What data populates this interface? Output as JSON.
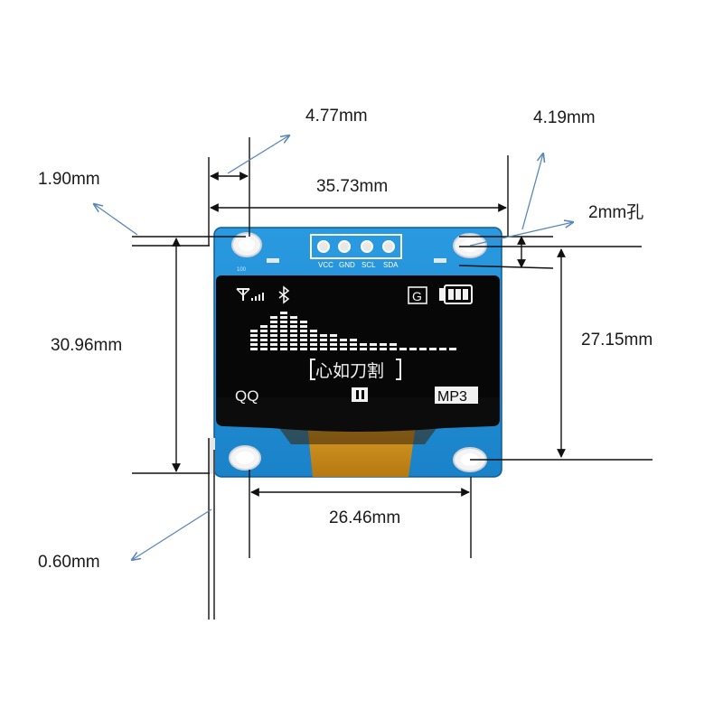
{
  "dimensions": {
    "edge_offset": "1.90mm",
    "hole_offset": "4.77mm",
    "hole_spacing_top": "35.73mm",
    "hole_diameter_offset": "4.19mm",
    "hole_size": "2mm孔",
    "board_height": "30.96mm",
    "hole_spacing_vertical": "27.15mm",
    "hole_spacing_bottom": "26.46mm",
    "board_thickness": "0.60mm"
  },
  "pins": {
    "labels": [
      "VCC",
      "GND",
      "SCL",
      "SDA"
    ]
  },
  "screen": {
    "song_title": "心如刀割",
    "left_label": "QQ",
    "right_label": "MP3",
    "badge": "G",
    "pcb_mark": "100"
  },
  "colors": {
    "pcb_blue": "#1f8fd6",
    "screen_black": "#070707",
    "glyph_white": "#f2f2f2",
    "arrow_blue": "#5b86b8",
    "dimension_black": "#111111",
    "flex_amber": "#c8901e"
  },
  "icons": [
    "signal-icon",
    "bluetooth-icon",
    "battery-icon",
    "pause-icon",
    "mounting-hole-icon",
    "pin-header-icon"
  ]
}
